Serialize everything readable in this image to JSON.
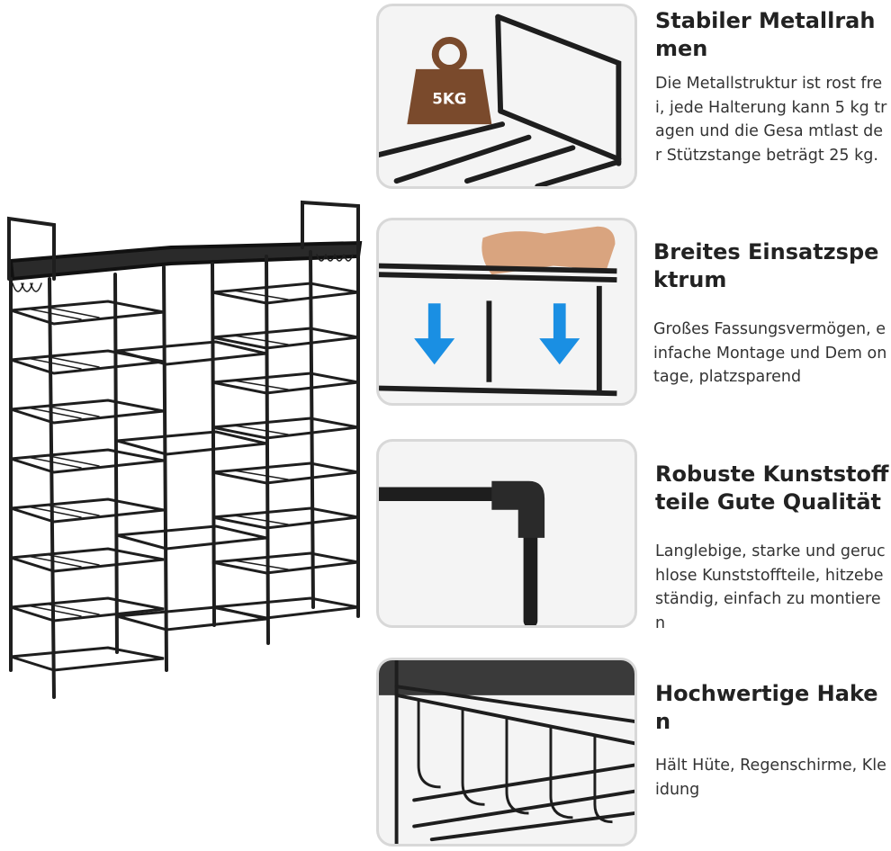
{
  "weight_badge": "5KG",
  "features": [
    {
      "title": "Stabiler Metallrahmen",
      "description": "Die Metallstruktur ist rost frei, jede Halterung kann 5 kg tragen und die Gesa mtlast der Stützstange beträgt 25 kg."
    },
    {
      "title": "Breites Einsatzspektrum",
      "description": "Großes Fassungsvermögen, einfache Montage und Dem ontage, platzsparend"
    },
    {
      "title": "Robuste Kunststoff teile Gute Qualität",
      "description": "Langlebige, starke und geruchlose Kunststoffteile, hitzebeständig, einfach zu montieren"
    },
    {
      "title": "Hochwertige Haken",
      "description": "Hält Hüte, Regenschirme, Kleidung"
    }
  ],
  "colors": {
    "frame": "#1e1e1e",
    "weight": "#7a4a2c",
    "arrow": "#1a8fe3",
    "panel_border": "#d8d8d8"
  },
  "icons": [
    "weight-icon",
    "down-arrow-icon"
  ]
}
